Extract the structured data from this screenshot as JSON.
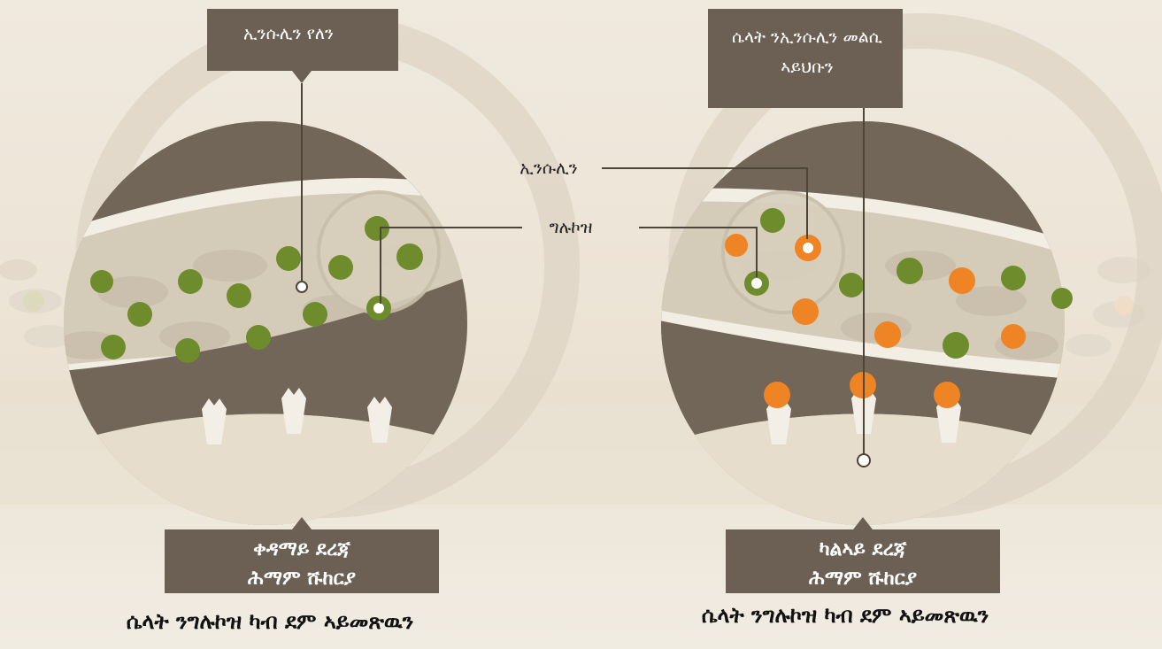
{
  "labels": {
    "type1_top": "ኢንሱሊን የለን",
    "type2_top_line1": "ሴላት ንኢንሱሊን መልሲ",
    "type2_top_line2": "ኣይህቡን",
    "insulin": "ኢንሱሊን",
    "glucose": "ግሉኮዝ",
    "type1_title_line1": "ቀዳማይ ደረጃ",
    "type1_title_line2": "ሕማም ሹከርያ",
    "type2_title_line1": "ካልኣይ ደረጃ",
    "type2_title_line2": "ሕማም ሹከርያ",
    "type1_caption": "ሴላት ንግሉኮዝ ካብ ደም ኣይመጽዉን",
    "type2_caption": "ሴላት ንግሉኮዝ ካብ ደም ኣይመጽዉን"
  },
  "colors": {
    "background": "#ece3d5",
    "label_box": "#6b6053",
    "label_text": "#ffffff",
    "caption_text": "#111111",
    "tissue_dark": "#716657",
    "tissue_light": "#e6ddcc",
    "vessel_fill": "#d4cbb8",
    "vessel_wall": "#f3eee4",
    "glucose": "#6f8c2c",
    "insulin": "#ee8423",
    "leader_line": "#4e4539"
  },
  "icons": {
    "glucose": "green-circle",
    "insulin": "orange-circle",
    "receptor": "y-shaped-receptor"
  }
}
